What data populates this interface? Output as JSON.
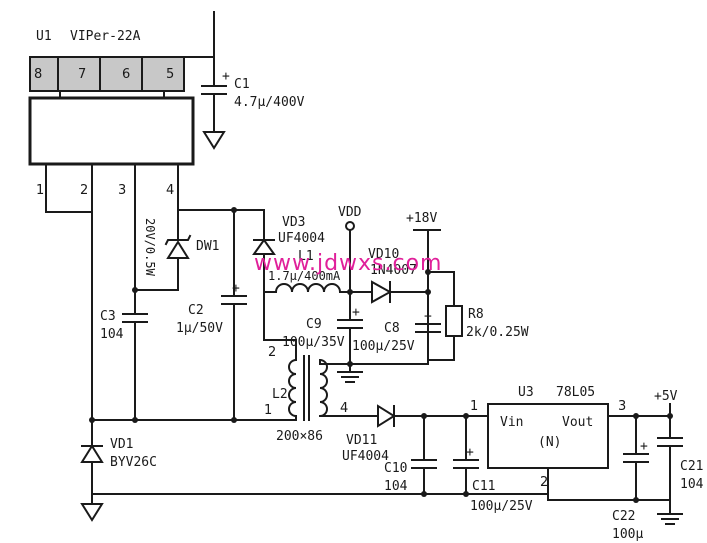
{
  "components": {
    "u1": {
      "ref": "U1",
      "part": "VIPer-22A",
      "pins": [
        "8",
        "7",
        "6",
        "5",
        "1",
        "2",
        "3",
        "4"
      ]
    },
    "c1": {
      "ref": "C1",
      "value": "4.7μ/400V"
    },
    "dw1": {
      "ref": "DW1",
      "value": "20V/0.5W"
    },
    "vd3": {
      "ref": "VD3",
      "value": "UF4004"
    },
    "vdd": {
      "label": "VDD"
    },
    "v18": {
      "label": "+18V"
    },
    "l1": {
      "ref": "L1",
      "value": "1.7μ/400mA"
    },
    "vd10": {
      "ref": "VD10",
      "value": "1N4007"
    },
    "r8": {
      "ref": "R8",
      "value": "2k/0.25W"
    },
    "c3": {
      "ref": "C3",
      "value": "104"
    },
    "c2": {
      "ref": "C2",
      "value": "1μ/50V"
    },
    "c9": {
      "ref": "C9",
      "value": "100μ/35V"
    },
    "c8": {
      "ref": "C8",
      "value": "100μ/25V"
    },
    "l2": {
      "ref": "L2",
      "value": "200×86",
      "pins": [
        "2",
        "1",
        "4"
      ]
    },
    "vd1": {
      "ref": "VD1",
      "value": "BYV26C"
    },
    "vd11": {
      "ref": "VD11",
      "value": "UF4004"
    },
    "c10": {
      "ref": "C10",
      "value": "104"
    },
    "c11": {
      "ref": "C11",
      "value": "100μ/25V"
    },
    "u3": {
      "ref": "U3",
      "part": "78L05",
      "vin": "Vin",
      "vout": "Vout",
      "n": "(N)",
      "pins": [
        "1",
        "3",
        "2"
      ]
    },
    "v5": {
      "label": "+5V"
    },
    "c21": {
      "ref": "C21",
      "value": "104"
    },
    "c22": {
      "ref": "C22",
      "value": "100μ"
    }
  },
  "watermark": "www.jdwxs.com",
  "colors": {
    "ink": "#1a1a1a",
    "watermark": "#e0209a",
    "pin_fill": "#c8c8c8"
  }
}
